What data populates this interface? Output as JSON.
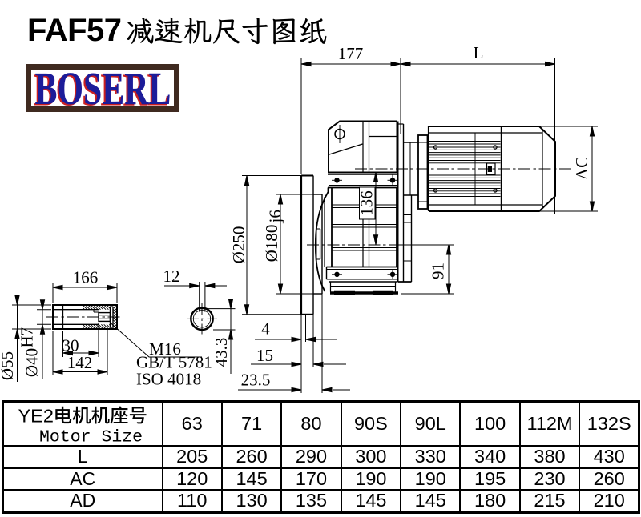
{
  "title": {
    "model": "FAF57",
    "cjk": "减速机尺寸图纸",
    "full": "FAF57减速机尺寸图纸"
  },
  "logo": {
    "text": "BOSERL"
  },
  "drawing": {
    "dims": {
      "front_length": "177",
      "motor_length": "L",
      "motor_od": "AC",
      "axis_height": "136",
      "base_height": "91",
      "flange_od": "Ø250",
      "spigot_d": "Ø180",
      "spigot_fit": "j6",
      "d4": "4",
      "d15": "15",
      "d23_5": "23.5"
    },
    "shaft": {
      "total_len": "166",
      "key_width": "12",
      "shaft_od": "Ø55",
      "bore_d": "Ø40",
      "bore_fit": "H7",
      "bolt_len": "30",
      "bore_len": "142",
      "key_height": "43.3",
      "bolt": "M16",
      "std1": "GB/T 5781",
      "std2": "ISO 4018"
    }
  },
  "table": {
    "header": {
      "cjk": "YE2电机机座号",
      "latin_prefix": "YE2",
      "line2": "Motor Size",
      "sizes": [
        "63",
        "71",
        "80",
        "90S",
        "90L",
        "100",
        "112M",
        "132S"
      ]
    },
    "rows": [
      {
        "label": "L",
        "values": [
          "205",
          "260",
          "290",
          "300",
          "330",
          "340",
          "380",
          "430"
        ]
      },
      {
        "label": "AC",
        "values": [
          "120",
          "145",
          "170",
          "190",
          "190",
          "195",
          "230",
          "260"
        ]
      },
      {
        "label": "AD",
        "values": [
          "110",
          "130",
          "135",
          "145",
          "145",
          "180",
          "215",
          "210"
        ]
      }
    ]
  }
}
